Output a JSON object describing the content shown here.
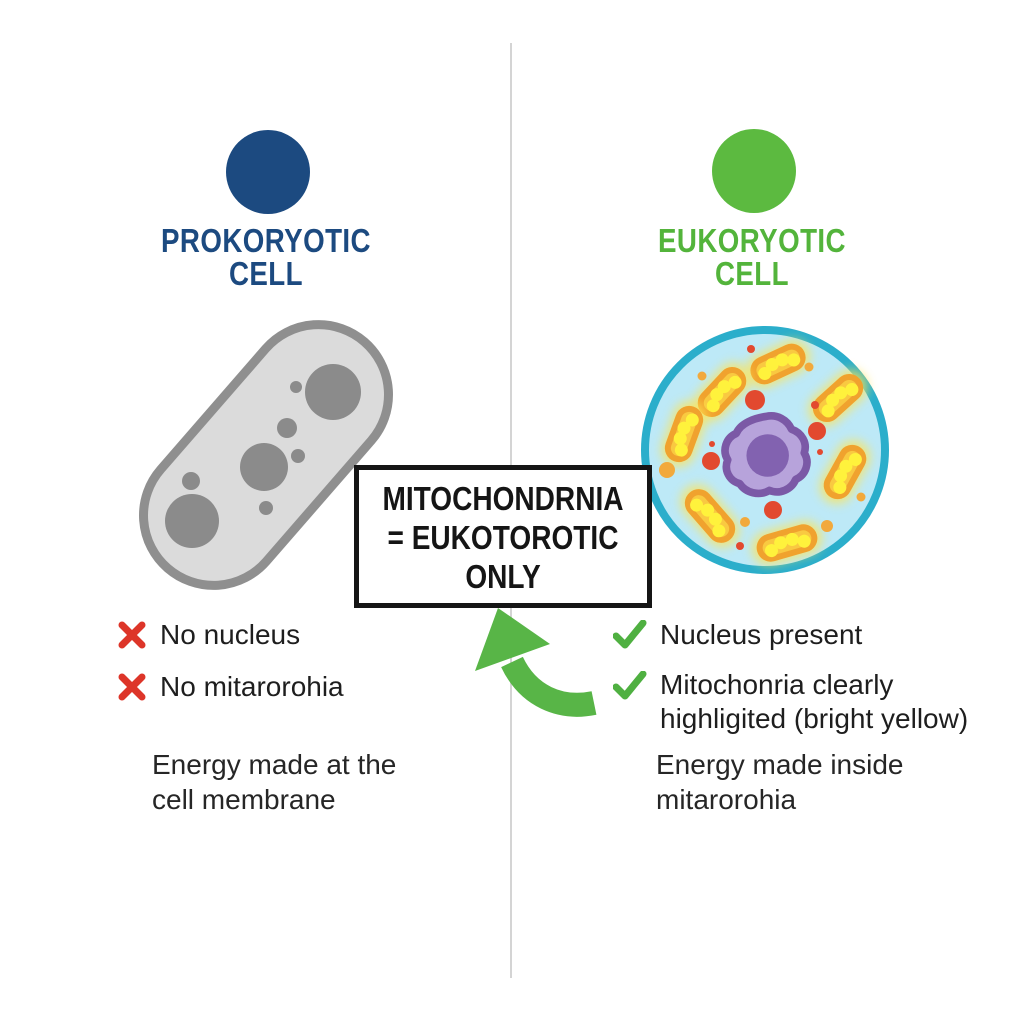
{
  "left_panel": {
    "title_line1": "PROKORYOTIC",
    "title_line2": "CELL",
    "items": [
      {
        "icon": "x-icon",
        "label": "No nucleus"
      },
      {
        "icon": "x-icon",
        "label": "No mitarorohia"
      }
    ],
    "note_line1": "Energy made at the",
    "note_line2": "cell membrane"
  },
  "right_panel": {
    "title_line1": "EUKORYOTIC",
    "title_line2": "CELL",
    "items": [
      {
        "icon": "check-icon",
        "label": "Nucleus present"
      },
      {
        "icon": "check-icon",
        "label_line1": "Mitochonria clearly",
        "label_line2": "highligited (bright yellow)"
      }
    ],
    "note_line1": "Energy made inside",
    "note_line2": "mitarorohia"
  },
  "center": {
    "box_line1": "MITOCHONDRNIA",
    "box_line2": "= EUKOTOROTIC",
    "box_line3": "ONLY"
  },
  "colors": {
    "prokaryote_blue": "#1c4a80",
    "eukaryote_green": "#5cba40",
    "title_green": "#53b43b",
    "x_red": "#dd3529",
    "check_green": "#4fb041",
    "arrow_green": "#58b547",
    "divider_gray": "#d4d4d4",
    "box_border_black": "#151515",
    "bacterium_fill": "#dbdbdb",
    "bacterium_border": "#8f8f8f",
    "bacterium_organelle": "#8b8b8b",
    "membrane_teal": "#2baecb",
    "cytoplasm_blue": "#bde9f7",
    "nucleus_fill": "#b7a3db",
    "nucleus_border": "#7b59a6",
    "nucleolus_purple": "#8262b0",
    "mito_outline_orange": "#f0a22e",
    "mito_body_yellow": "#f9c941",
    "mito_bead_yellow": "#fff23c",
    "mito_glow_yellow": "#ffe452",
    "organelle_red": "#e2492f",
    "organelle_orange": "#f2a93c"
  }
}
